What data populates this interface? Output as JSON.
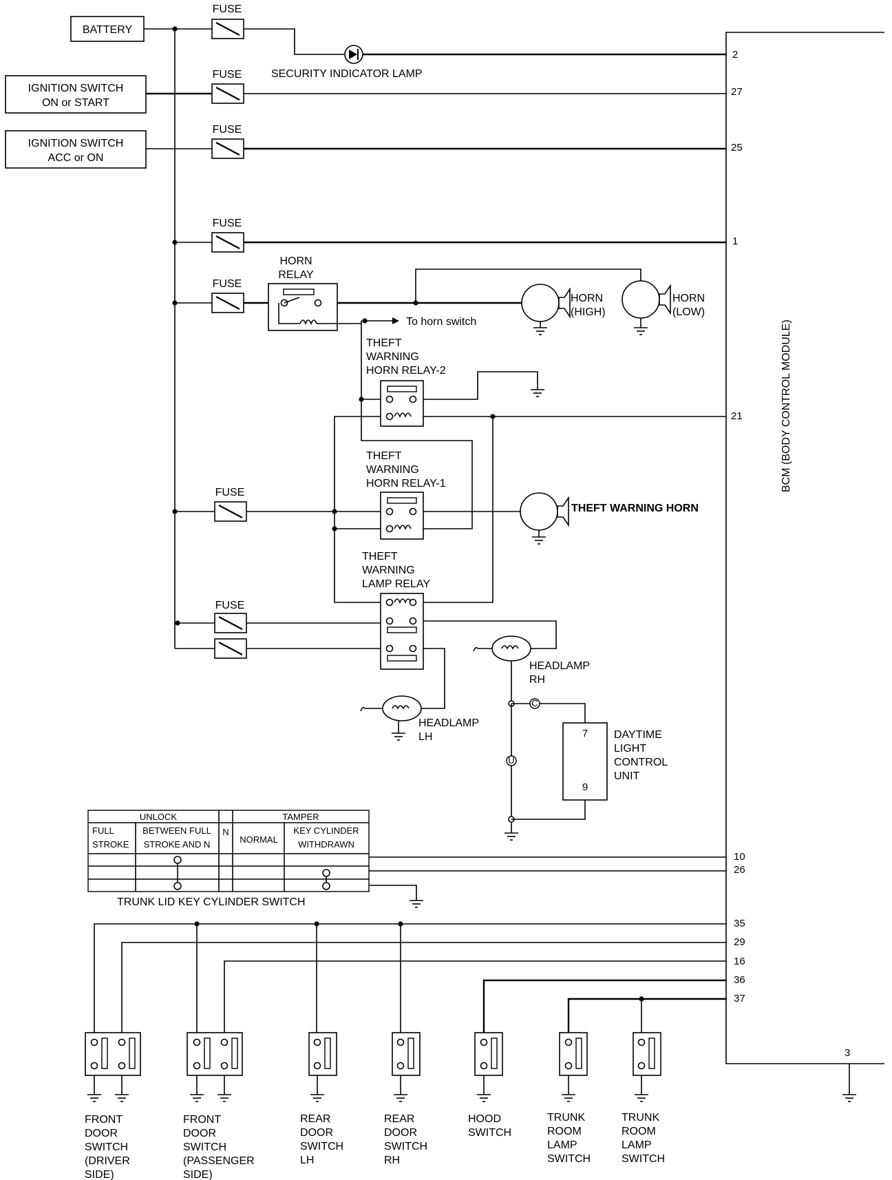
{
  "sources": {
    "battery": "BATTERY",
    "ign_start_1": "IGNITION SWITCH",
    "ign_start_2": "ON or START",
    "ign_acc_1": "IGNITION SWITCH",
    "ign_acc_2": "ACC or ON"
  },
  "fuse_label": "FUSE",
  "security_lamp": "SECURITY INDICATOR LAMP",
  "horn_relay": [
    "HORN",
    "RELAY"
  ],
  "to_horn_switch": "To horn switch",
  "horn_high": [
    "HORN",
    "(HIGH)"
  ],
  "horn_low": [
    "HORN",
    "(LOW)"
  ],
  "relay2": [
    "THEFT",
    "WARNING",
    "HORN RELAY-2"
  ],
  "relay1": [
    "THEFT",
    "WARNING",
    "HORN RELAY-1"
  ],
  "theft_horn": "THEFT WARNING HORN",
  "lamp_relay": [
    "THEFT",
    "WARNING",
    "LAMP RELAY"
  ],
  "headlamp_rh": [
    "HEADLAMP",
    "RH"
  ],
  "headlamp_lh": [
    "HEADLAMP",
    "LH"
  ],
  "drl": [
    "DAYTIME",
    "LIGHT",
    "CONTROL",
    "UNIT"
  ],
  "drl_pins": [
    "7",
    "9"
  ],
  "bcm_label": "BCM (BODY CONTROL MODULE)",
  "bcm_pins": [
    "2",
    "27",
    "25",
    "1",
    "21",
    "10",
    "26",
    "35",
    "29",
    "16",
    "36",
    "37",
    "3"
  ],
  "trunk_table": {
    "unlock": "UNLOCK",
    "n": "N",
    "tamper": "TAMPER",
    "full_1": "FULL",
    "full_2": "STROKE",
    "between_1": "BETWEEN FULL",
    "between_2": "STROKE AND N",
    "normal": "NORMAL",
    "keycyl_1": "KEY CYLINDER",
    "keycyl_2": "WITHDRAWN",
    "caption": "TRUNK LID KEY CYLINDER SWITCH"
  },
  "switches": {
    "front_driver": [
      "FRONT",
      "DOOR",
      "SWITCH",
      "(DRIVER",
      "SIDE)"
    ],
    "front_pass": [
      "FRONT",
      "DOOR",
      "SWITCH",
      "(PASSENGER",
      "SIDE)"
    ],
    "rear_lh": [
      "REAR",
      "DOOR",
      "SWITCH",
      "LH"
    ],
    "rear_rh": [
      "REAR",
      "DOOR",
      "SWITCH",
      "RH"
    ],
    "hood": [
      "HOOD",
      "SWITCH"
    ],
    "trunk1": [
      "TRUNK",
      "ROOM",
      "LAMP",
      "SWITCH"
    ],
    "trunk2": [
      "TRUNK",
      "ROOM",
      "LAMP",
      "SWITCH"
    ]
  }
}
